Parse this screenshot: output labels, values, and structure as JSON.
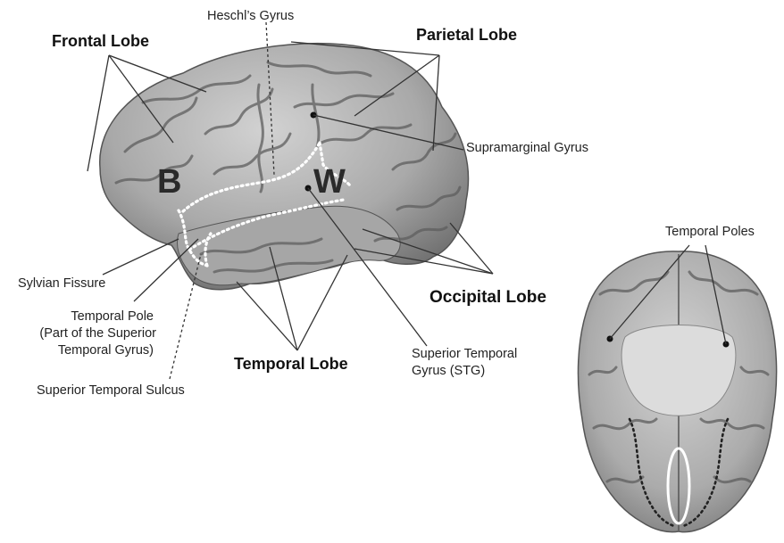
{
  "figure": {
    "lateral_view": {
      "lobes": {
        "frontal": "Frontal Lobe",
        "parietal": "Parietal Lobe",
        "temporal": "Temporal Lobe",
        "occipital": "Occipital Lobe"
      },
      "areas": {
        "broca": "B",
        "wernicke": "W"
      },
      "labels": {
        "heschl": "Heschl’s Gyrus",
        "supramarginal": "Supramarginal Gyrus",
        "sylvian": "Sylvian Fissure",
        "temporal_pole_line1": "Temporal Pole",
        "temporal_pole_line2": "(Part of the Superior",
        "temporal_pole_line3": "Temporal Gyrus)",
        "sts": "Superior Temporal Sulcus",
        "stg_line1": "Superior Temporal",
        "stg_line2": "Gyrus (STG)"
      }
    },
    "inferior_view": {
      "labels": {
        "temporal_poles": "Temporal Poles"
      }
    }
  },
  "colors": {
    "brain_fill": "#b8b8b8",
    "brain_dark": "#6e6e6e",
    "leader_lines": "#333333",
    "dotted_outline": "#ffffff"
  }
}
